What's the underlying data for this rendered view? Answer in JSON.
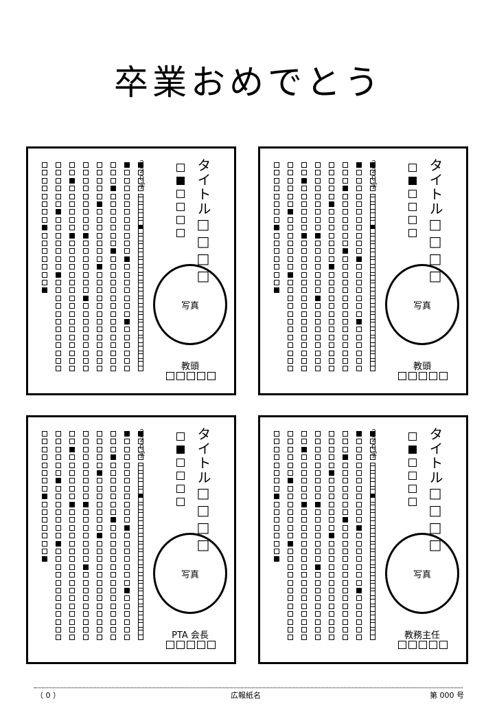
{
  "page": {
    "title": "卒業おめでとう"
  },
  "cards": [
    {
      "title": "タイトル□□□□",
      "char_count": "２２０字",
      "photo_label": "写真",
      "role": "教頭",
      "name_placeholder": "□□□□□"
    },
    {
      "title": "タイトル□□□□",
      "char_count": "２２０字",
      "photo_label": "写真",
      "role": "教頭",
      "name_placeholder": "□□□□□"
    },
    {
      "title": "タイトル□□□□",
      "char_count": "２２０字",
      "photo_label": "写真",
      "role": "PTA 会長",
      "name_placeholder": "□□□□□"
    },
    {
      "title": "タイトル□□□□",
      "char_count": "２２０字",
      "photo_label": "写真",
      "role": "教務主任",
      "name_placeholder": "□□□□□"
    }
  ],
  "footer": {
    "page_number": "（ 0 ）",
    "newsletter_name": "広報紙名",
    "issue_number": "第 000 号"
  }
}
